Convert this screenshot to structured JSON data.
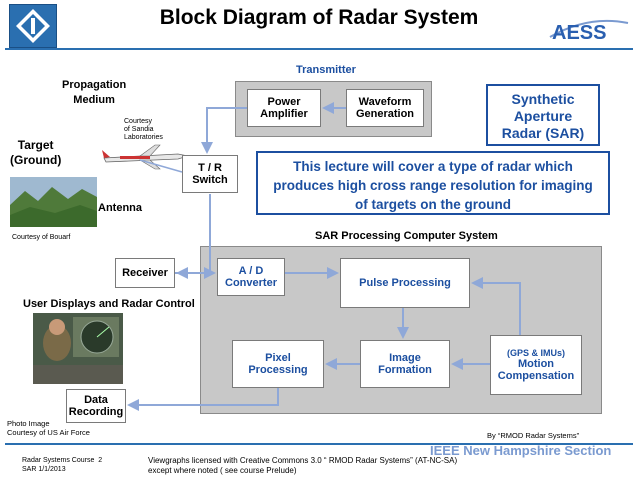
{
  "title": "Block Diagram of Radar System",
  "labels": {
    "transmitter": "Transmitter",
    "propagation_medium": "Propagation\nMedium",
    "courtesy_sandia": "Courtesy\nof Sandia\nLaboratories",
    "target": "Target\n(Ground)",
    "antenna": "Antenna",
    "courtesy_bouarf": "Courtesy of Bouarf",
    "sar_processing": "SAR Processing Computer System",
    "user_displays": "User Displays and Radar Control",
    "photo_image": "Photo Image\nCourtesy of US Air Force",
    "by_rmod": "By “RMOD Radar Systems”"
  },
  "blocks": {
    "power_amplifier": "Power\nAmplifier",
    "waveform_generation": "Waveform\nGeneration",
    "tr_switch": "T / R\nSwitch",
    "receiver": "Receiver",
    "ad_converter": "A / D\nConverter",
    "pulse_processing": "Pulse Processing",
    "pixel_processing": "Pixel\nProcessing",
    "image_formation": "Image\nFormation",
    "gps_imus": "(GPS & IMUs)",
    "motion_compensation": "Motion\nCompensation",
    "data_recording": "Data\nRecording"
  },
  "sar_box": "Synthetic\nAperture\nRadar (SAR)",
  "lecture_callout": "This lecture will cover a type of radar which produces high cross range resolution for imaging of targets on the ground",
  "footer": {
    "section": "IEEE New Hampshire Section",
    "course": "Radar Systems Course  2",
    "date": "SAR 1/1/2013",
    "license_line1": "Viewgraphs licensed with Creative Commons 3.0 “ RMOD Radar Systems” (AT-NC-SA)",
    "license_line2": "except where noted ( see course Prelude)",
    "logo_text": "AESS"
  },
  "colors": {
    "accent": "#1c4fa0",
    "panel": "#c8c8c8",
    "arrow": "#8fa8d8"
  }
}
